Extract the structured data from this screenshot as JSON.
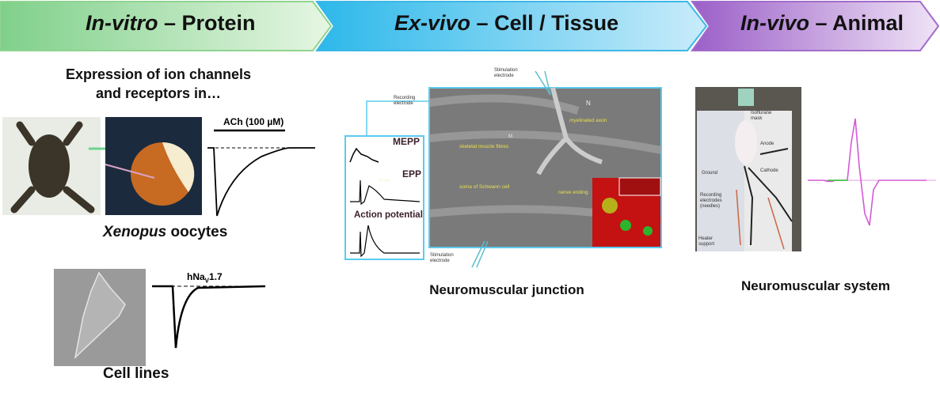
{
  "banners": [
    {
      "italic": "In-vitro",
      "rest": " – Protein",
      "color": "#9ed99a"
    },
    {
      "italic": "Ex-vivo",
      "rest": " – Cell / Tissue",
      "color": "#45c3ee"
    },
    {
      "italic": "In-vivo",
      "rest": " – Animal",
      "color": "#a86ccf"
    }
  ],
  "in_vitro": {
    "heading_line1": "Expression of ion channels",
    "heading_line2": "and receptors in…",
    "oocyte_trace_label": "ACh (100 µM)",
    "oocyte_caption_italic": "Xenopus",
    "oocyte_caption_rest": " oocytes",
    "cell_trace_label_main": "hNa",
    "cell_trace_label_sub": "V",
    "cell_trace_label_end": "1.7",
    "cell_caption": "Cell lines"
  },
  "ex_vivo": {
    "traces": {
      "mepp": "MEPP",
      "epp": "EPP",
      "action_potential": "Action potential",
      "scale": "10 mV"
    },
    "recording_electrode": "Recording electrode",
    "stimulation_electrode_top": "Stimulation electrode",
    "stimulation_electrode_bottom": "Stimulation electrode",
    "micro_labels": {
      "n": "N",
      "m": "M",
      "myelinated_axon": "myelinated axon",
      "skeletal_muscle_fibres": "skeletal muscle fibres",
      "soma_schwann": "soma of Schwann cell",
      "nerve_ending": "nerve ending"
    },
    "caption": "Neuromuscular junction"
  },
  "in_vivo": {
    "photo_labels": {
      "isoflurane": "Isoflurane mask",
      "anode": "Anode",
      "cathode": "Cathode",
      "ground": "Ground",
      "recording": "Recording electrodes (needles)",
      "heater": "Heater support"
    },
    "trace_color": "#d35ad6",
    "caption": "Neuromuscular system"
  }
}
